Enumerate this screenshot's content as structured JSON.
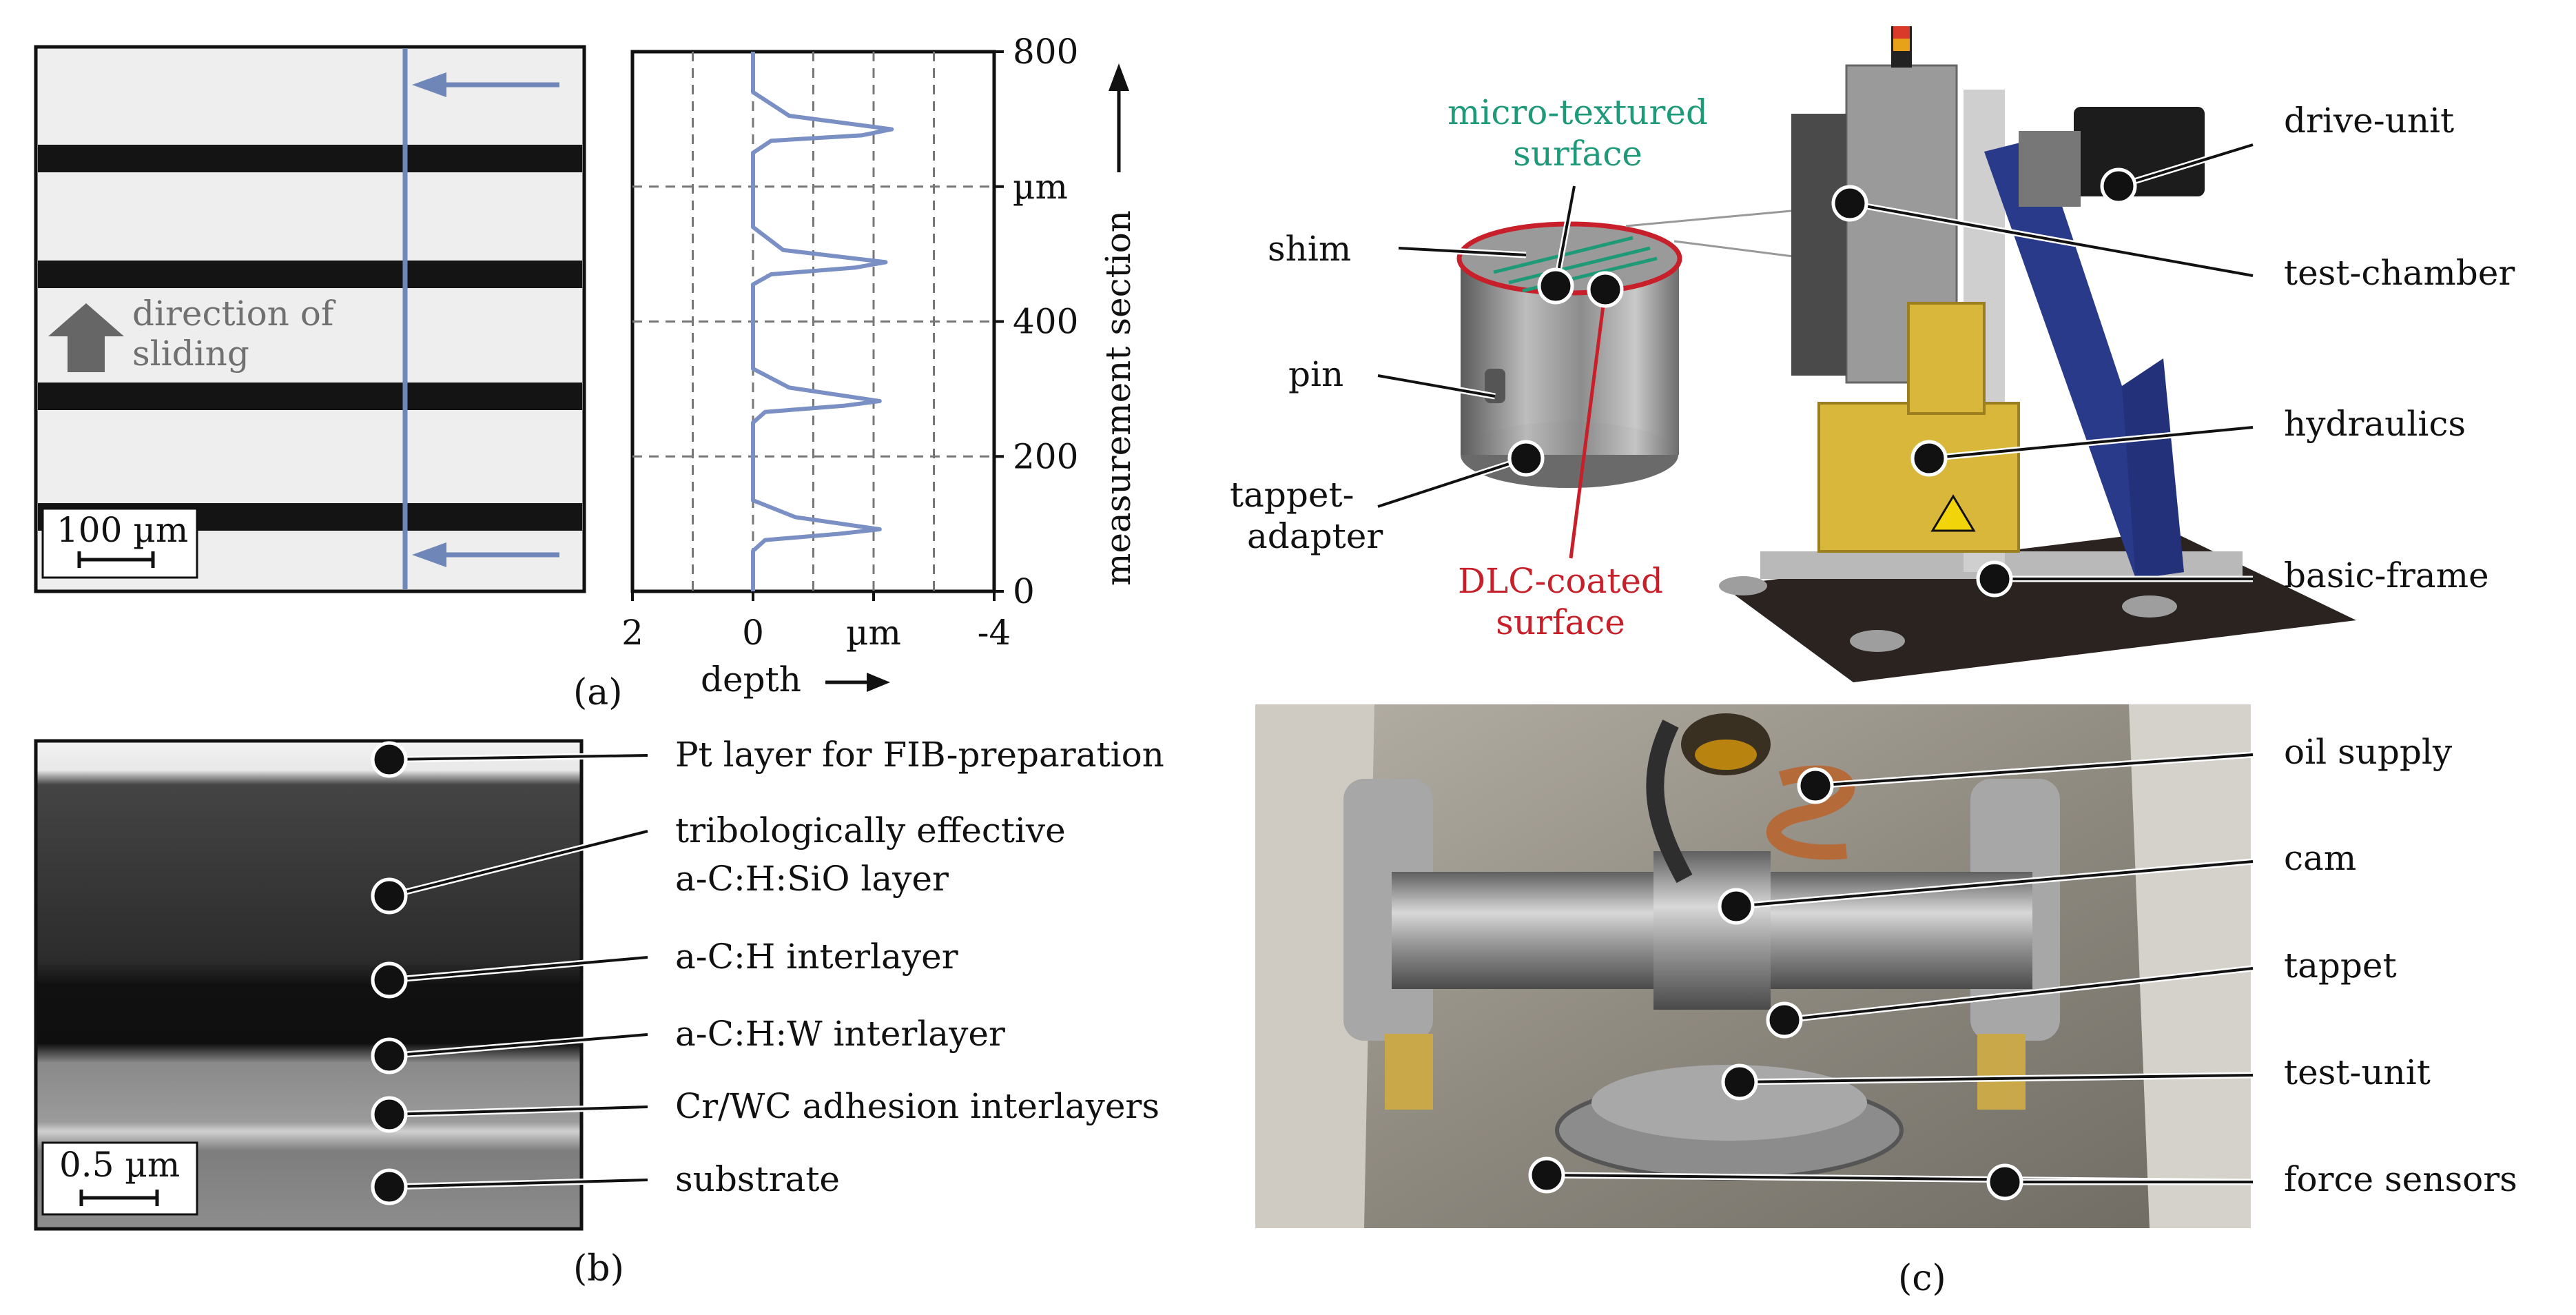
{
  "panel_a": {
    "caption": "(a)",
    "micrograph": {
      "annotation_line1": "direction of",
      "annotation_line2": "sliding",
      "scale_bar": "100 µm",
      "line_color": "#6f86b8",
      "stripe_color": "#141414"
    },
    "chart_data": {
      "type": "line",
      "title": "",
      "xlabel": "depth",
      "ylabel": "measurement section",
      "x_unit": "µm",
      "y_unit": "µm",
      "xlim": [
        2,
        -4
      ],
      "ylim": [
        0,
        800
      ],
      "x_ticks": [
        "2",
        "0",
        "µm",
        "-4"
      ],
      "y_ticks": [
        "0",
        "200",
        "400",
        "µm",
        "800"
      ],
      "grid": "dashed",
      "series": [
        {
          "color": "#7a8fc3",
          "x": [
            0,
            0,
            -0.2,
            -1.4,
            -2.1,
            -0.7,
            0,
            0,
            0,
            -0.2,
            -1.5,
            -2.1,
            -0.6,
            0,
            0,
            0,
            -0.3,
            -1.7,
            -2.2,
            -0.5,
            0,
            0,
            0,
            -0.3,
            -1.8,
            -2.3,
            -0.6,
            0,
            0,
            0
          ],
          "y": [
            0,
            60,
            76,
            85,
            92,
            110,
            135,
            200,
            250,
            266,
            275,
            282,
            302,
            330,
            400,
            455,
            470,
            480,
            488,
            506,
            540,
            600,
            650,
            668,
            676,
            685,
            705,
            740,
            780,
            800
          ]
        }
      ]
    }
  },
  "panel_b": {
    "caption": "(b)",
    "scale_bar": "0.5 µm",
    "layers": [
      {
        "label_lines": [
          "Pt layer for FIB-preparation"
        ]
      },
      {
        "label_lines": [
          "tribologically effective",
          "a-C:H:SiO layer"
        ]
      },
      {
        "label_lines": [
          "a-C:H interlayer"
        ]
      },
      {
        "label_lines": [
          "a-C:H:W interlayer"
        ]
      },
      {
        "label_lines": [
          "Cr/WC adhesion interlayers"
        ]
      },
      {
        "label_lines": [
          "substrate"
        ]
      }
    ]
  },
  "panel_c": {
    "caption": "(c)",
    "pin_labels": {
      "shim": "shim",
      "pin": "pin",
      "tappet_adapter_line1": "tappet-",
      "tappet_adapter_line2": "adapter",
      "micro_textured_line1": "micro-textured",
      "micro_textured_line2": "surface",
      "dlc_line1": "DLC-coated",
      "dlc_line2": "surface",
      "micro_textured_color": "#1f9a78",
      "dlc_color": "#c8202a"
    },
    "rig_labels": [
      "drive-unit",
      "test-chamber",
      "hydraulics",
      "basic-frame"
    ],
    "chamber_labels": [
      "oil supply",
      "cam",
      "tappet",
      "test-unit",
      "force sensors"
    ]
  }
}
